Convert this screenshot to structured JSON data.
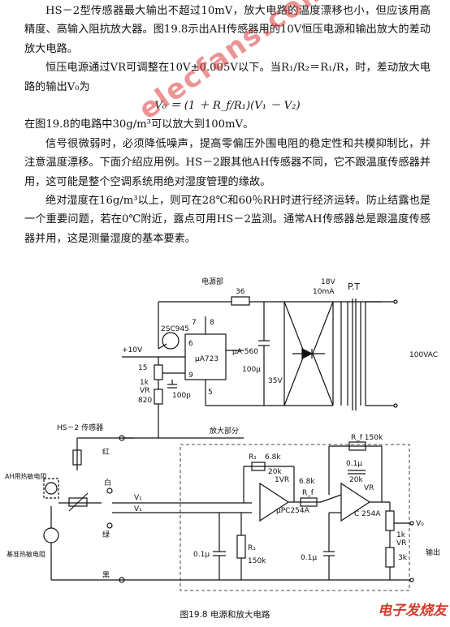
{
  "paragraphs": [
    "HS－2型传感器最大输出不超过10mV，放大电路的温度漂移也小，但应该用高精度、高输入阻抗放大器。图19.8示出AH传感器用的10V恒压电源和输出放大的差动放大电路。",
    "恒压电源通过VR可调整在10V±0.005V以下。当R₁/R₂＝R₁/R，时，差动放大电路的输出V₀为",
    "V₀ ＝ (1 ＋ R_f/R₁)(V₁ － V₂)",
    "在图19.8的电路中30g/m³可以放大到100mV。",
    "信号很微弱时，必须降低噪声，提高零偏压外围电阻的稳定性和共模抑制比，并注意温度漂移。下面介绍应用例。HS－2跟其他AH传感器不同，它不跟温度传感器并用，这可能是整个空调系统用绝对湿度管理的缘故。",
    "绝对湿度在16g/m³以上，则可在28℃和60％RH时进行经济运转。防止结露也是一个重要问题，若在0℃附近，露点可用HS－2监测。通常AH传感器总是跟温度传感器并用，这是测量湿度的基本要素。"
  ],
  "watermark": "elecfans.com",
  "diagram_labels": {
    "power_source": "电源部",
    "r36": "36",
    "v18": "18V",
    "ma10": "10mA",
    "pt": "P.T",
    "transistor": "2SC945",
    "pin7": "7",
    "pin8": "8",
    "pin6": "6",
    "pin5": "5",
    "pin9": "9",
    "ic1": "μA723",
    "ua560": "μA 560",
    "c100u": "100μ",
    "v35": "35V",
    "vac100": "100VAC",
    "v10": "+10V",
    "p15": "15",
    "r1k": "1k",
    "vr": "VR",
    "r820": "820",
    "c100p": "100p",
    "hs2_sensor": "HS－2 传感器",
    "amp_section": "放大部分",
    "red": "红",
    "white": "白",
    "green": "绿",
    "black": "黑",
    "ah_res": "AH用热敏电阻",
    "ref_res": "基准热敏电阻",
    "v1": "V₁",
    "v2": "V₁",
    "r1a": "R₁",
    "r68k_a": "6.8k",
    "r20k_a": "20k",
    "vr1": "1VR",
    "r68k_b": "6.8k",
    "rf": "R_f",
    "ic2": "μPC254A",
    "rf150k": "R_f 150k",
    "c01u_top": "0.1μ",
    "r20k_b": "20k",
    "vr_b": "VR",
    "ic3": "C 254A",
    "c01u_a": "0.1μ",
    "r1b": "R₁",
    "r150k": "150k",
    "c01u_b": "0.1μ",
    "r1k_b": "1k",
    "vr_c": "VR",
    "r3k": "3k",
    "vo": "V₀",
    "output": "输出"
  },
  "caption": "图19.8   电源和放大电路",
  "logo": "电子发烧友"
}
